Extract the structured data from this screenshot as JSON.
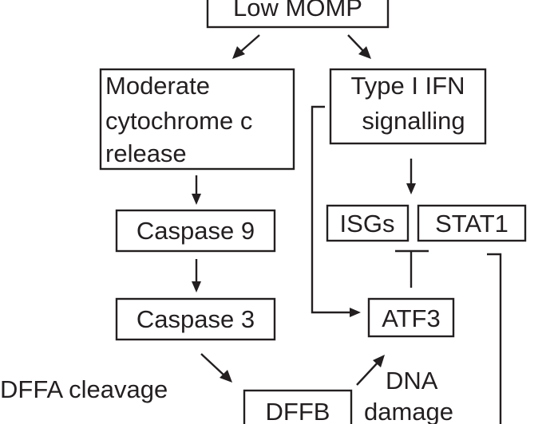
{
  "diagram": {
    "nodes": {
      "low_momp": "Low MOMP",
      "moderate_line1": "Moderate",
      "moderate_line2": "cytochrome c",
      "moderate_line3": "release",
      "type1_line1": "Type I IFN",
      "type1_line2": "signalling",
      "caspase9": "Caspase 9",
      "caspase3": "Caspase 3",
      "isgs": "ISGs",
      "stat1": "STAT1",
      "atf3": "ATF3",
      "dffb": "DFFB"
    },
    "labels": {
      "dffa_cleavage": "DFFA cleavage",
      "dna": "DNA",
      "damage": "damage"
    },
    "edges": [
      {
        "from": "low_momp",
        "to": "moderate",
        "type": "activates"
      },
      {
        "from": "low_momp",
        "to": "type1",
        "type": "activates"
      },
      {
        "from": "type1",
        "to": "isgs_stat1",
        "type": "activates"
      },
      {
        "from": "moderate",
        "to": "caspase9",
        "type": "activates"
      },
      {
        "from": "caspase9",
        "to": "caspase3",
        "type": "activates"
      },
      {
        "from": "caspase3",
        "to": "dffb",
        "type": "activates",
        "label": "dffa_cleavage"
      },
      {
        "from": "dffb",
        "to": "atf3",
        "type": "activates",
        "label": "dna_damage"
      },
      {
        "from": "type1",
        "to": "atf3",
        "type": "activates"
      },
      {
        "from": "atf3",
        "to": "isgs_stat1",
        "type": "inhibits"
      },
      {
        "from": "stat1",
        "to": "off_view",
        "type": "line"
      }
    ],
    "colors": {
      "ink": "#231f20",
      "background": "#ffffff"
    }
  }
}
